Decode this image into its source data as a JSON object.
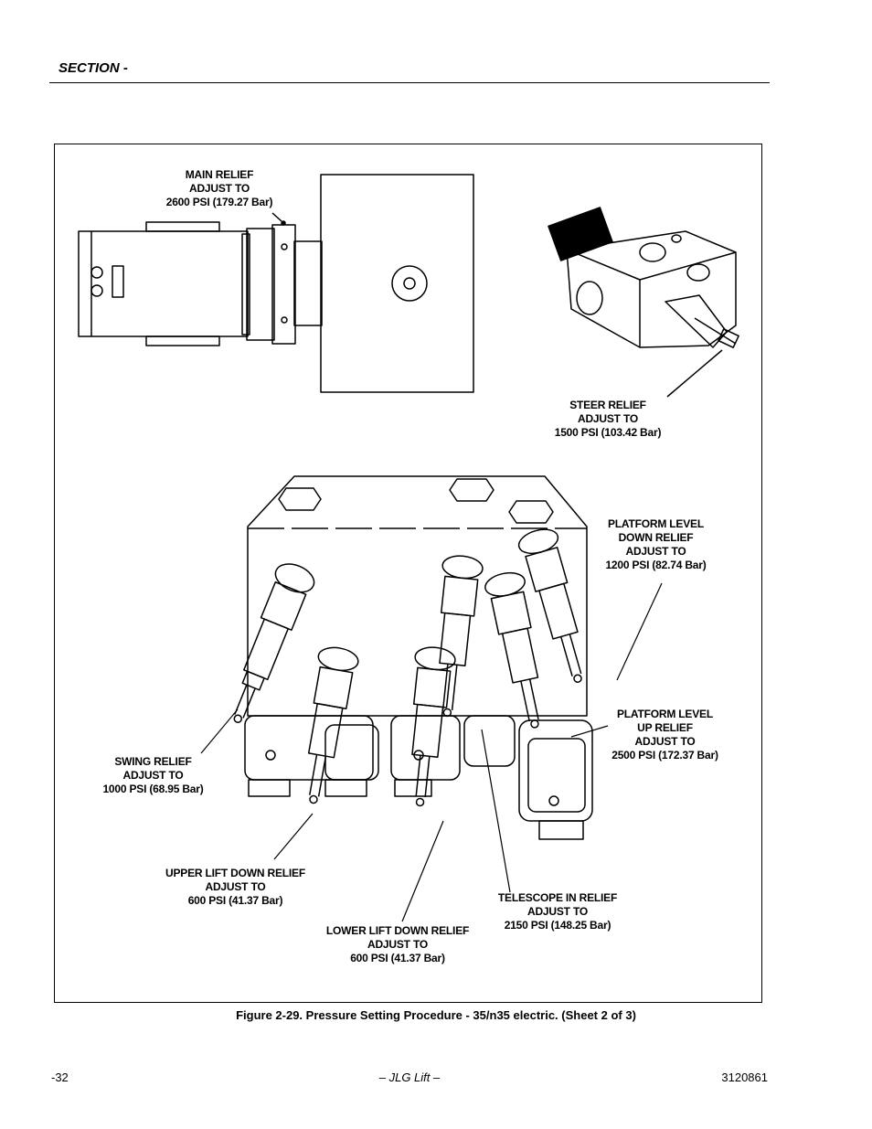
{
  "header": {
    "section": "SECTION  -"
  },
  "figure": {
    "callouts": {
      "main_relief": "MAIN RELIEF\nADJUST TO\n2600 PSI (179.27 Bar)",
      "steer_relief": "STEER RELIEF\nADJUST TO\n1500 PSI (103.42 Bar)",
      "platform_level_down": "PLATFORM LEVEL\nDOWN RELIEF\nADJUST TO\n1200 PSI (82.74 Bar)",
      "platform_level_up": "PLATFORM LEVEL\nUP RELIEF\nADJUST TO\n2500 PSI (172.37 Bar)",
      "swing_relief": "SWING RELIEF\nADJUST TO\n1000 PSI (68.95 Bar)",
      "upper_lift_down": "UPPER LIFT DOWN RELIEF\nADJUST TO\n600 PSI (41.37 Bar)",
      "telescope_in": "TELESCOPE IN RELIEF\nADJUST TO\n2150 PSI (148.25 Bar)",
      "lower_lift_down": "LOWER LIFT DOWN RELIEF\nADJUST TO\n600 PSI (41.37 Bar)"
    },
    "caption": "Figure 2-29. Pressure Setting Procedure - 35/n35 electric. (Sheet 2 of 3)"
  },
  "footer": {
    "page": "-32",
    "publisher": "– JLG Lift –",
    "doc_number": "3120861"
  }
}
